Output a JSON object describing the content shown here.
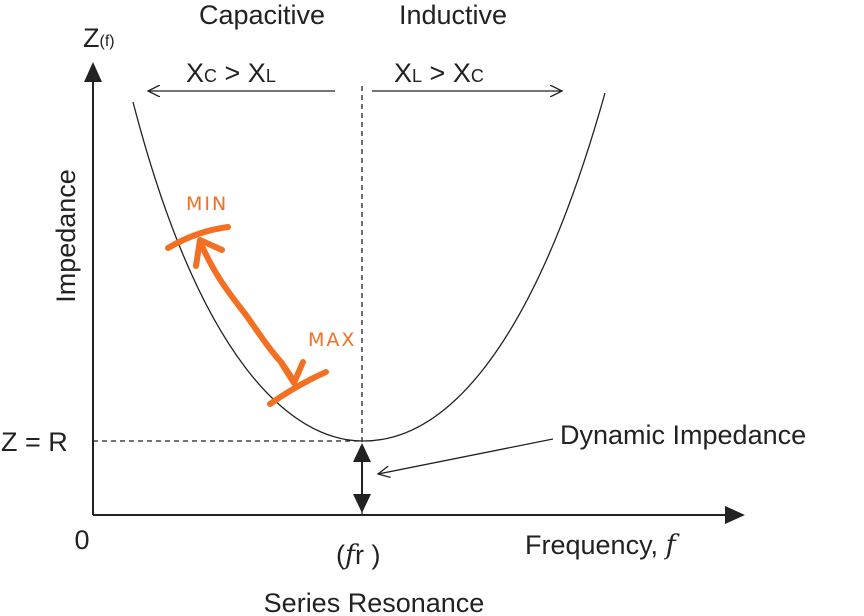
{
  "diagram": {
    "y_axis_symbol": "Z",
    "y_axis_symbol_sub": "(f)",
    "y_axis_label": "Impedance",
    "origin_label": "0",
    "zr_label": "Z = R",
    "x_axis_label": "Frequency, ",
    "x_axis_symbol": "f",
    "resonance_open": "(",
    "resonance_symbol": "f",
    "resonance_sub": "r )",
    "resonance_caption": "Series Resonance",
    "capacitive_label": "Capacitive",
    "inductive_label": "Inductive",
    "cap_relation": {
      "a": "X",
      "a_sub": "C",
      "op": " > ",
      "b": "X",
      "b_sub": "L"
    },
    "ind_relation": {
      "a": "X",
      "a_sub": "L",
      "op": " > ",
      "b": "X",
      "b_sub": "C"
    },
    "dynamic_label": "Dynamic Impedance",
    "annotation_min": "MIN",
    "annotation_max": "MAX",
    "colors": {
      "ink": "#222222",
      "annotation": "#f36f21"
    }
  }
}
